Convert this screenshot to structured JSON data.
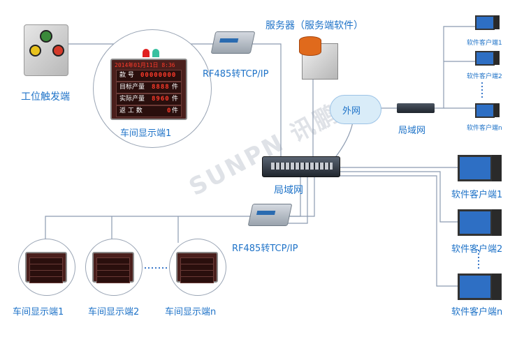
{
  "labels": {
    "server": "服务器（服务端软件）",
    "trigger": "工位触发端",
    "converter_top": "RF485转TCP/IP",
    "converter_bottom": "RF485转TCP/IP",
    "display_main": "车间显示端1",
    "internet": "外网",
    "lan_top": "局域网",
    "lan_center": "局域网",
    "watermark": "SUNPN 讯鹏",
    "bottom_displays": [
      "车间显示端1",
      "车间显示端2",
      "车间显示端n"
    ],
    "top_clients": [
      "软件客户端1",
      "软件客户端2",
      "软件客户端n"
    ],
    "right_clients": [
      "软件客户端1",
      "软件客户端2",
      "软件客户端n"
    ]
  },
  "board": {
    "date_row": "2014年01月11日 8:36",
    "rows": [
      {
        "key": "款  号",
        "value": "00000000",
        "unit": ""
      },
      {
        "key": "目标产量",
        "value": "8888",
        "unit": "件"
      },
      {
        "key": "实际产量",
        "value": "8960",
        "unit": "件"
      },
      {
        "key": "返 工 数",
        "value": "0",
        "unit": "件"
      }
    ]
  },
  "colors": {
    "label": "#1f73c8",
    "wire": "#8c9bb0",
    "board_bg": "#4a1f1c",
    "led_red": "#ff3a2a",
    "cloud": "#d9ecf8"
  }
}
